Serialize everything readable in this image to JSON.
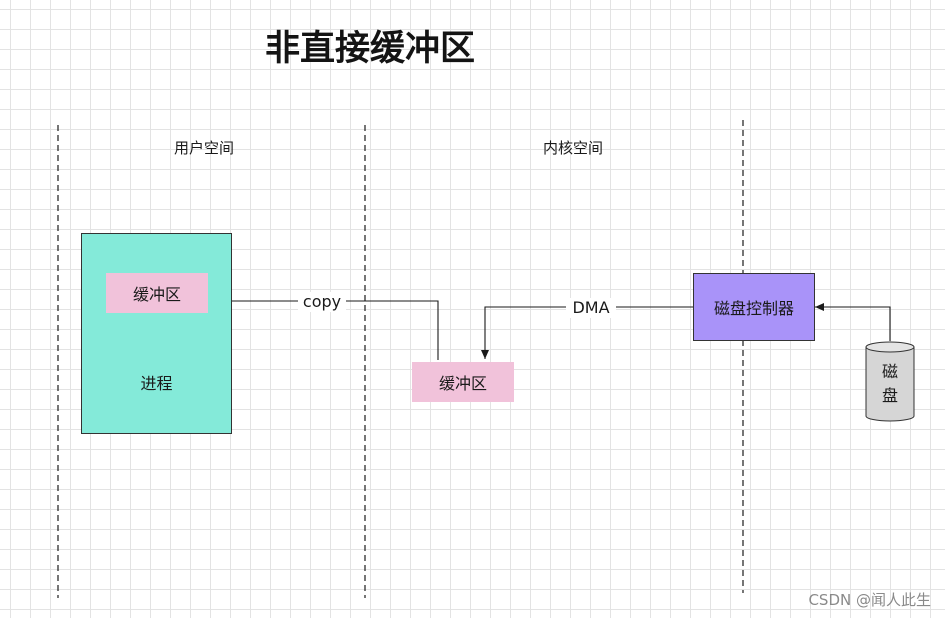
{
  "title": "非直接缓冲区",
  "zones": {
    "user_space": "用户空间",
    "kernel_space": "内核空间"
  },
  "nodes": {
    "process": {
      "label": "进程",
      "color": "#84ead9"
    },
    "user_buffer": {
      "label": "缓冲区",
      "color": "#f1c2da"
    },
    "kernel_buffer": {
      "label": "缓冲区",
      "color": "#f1c2da"
    },
    "disk_controller": {
      "label": "磁盘控制器",
      "color": "#a993f9"
    },
    "disk": {
      "label_line1": "磁",
      "label_line2": "盘",
      "color": "#d6d6d6"
    }
  },
  "edges": {
    "copy": "copy",
    "dma": "DMA"
  },
  "watermark": "CSDN @闻人此生"
}
